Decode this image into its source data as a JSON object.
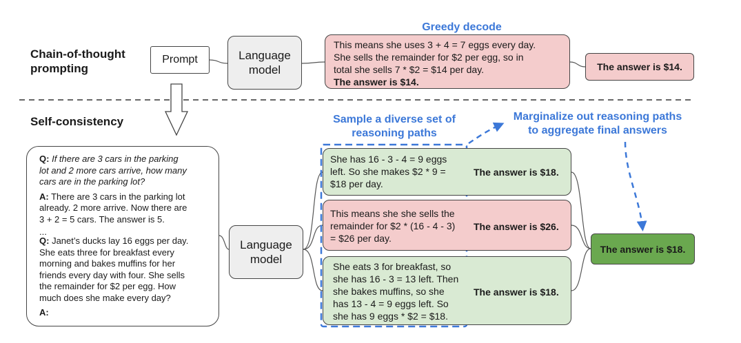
{
  "top": {
    "section_title_line1": "Chain-of-thought",
    "section_title_line2": "prompting",
    "prompt_label": "Prompt",
    "lm_line1": "Language",
    "lm_line2": "model",
    "greedy_label": "Greedy decode",
    "greedy_lines": [
      "This means she uses 3 + 4 = 7 eggs every day.",
      "She sells the remainder for $2 per egg, so in",
      "total she sells 7 * $2 = $14 per day."
    ],
    "greedy_answer": "The answer is $14.",
    "final_answer": "The answer is $14."
  },
  "bottom": {
    "section_title": "Self-consistency",
    "prompt": {
      "q1_label": "Q:",
      "q1_lines": [
        "If there are 3 cars in the parking",
        "lot and 2 more cars arrive, how many",
        "cars are in the parking lot?"
      ],
      "a1_label": "A:",
      "a1_lines": [
        "There are 3 cars in the parking lot",
        "already. 2 more arrive. Now there are",
        "3 + 2 = 5 cars. The answer is 5."
      ],
      "ellipsis": "...",
      "q2_label": "Q:",
      "q2_lines": [
        "Janet’s ducks lay 16 eggs per day.",
        "She eats three for breakfast every",
        "morning and bakes muffins for her",
        "friends every day with four. She sells",
        "the remainder for $2 per egg. How",
        "much does she make every day?"
      ],
      "a2_label": "A:"
    },
    "lm_line1": "Language",
    "lm_line2": "model",
    "sample_label_line1": "Sample a diverse set of",
    "sample_label_line2": "reasoning paths",
    "marginalize_line1": "Marginalize out reasoning paths",
    "marginalize_line2": "to aggregate final answers",
    "paths": [
      {
        "lines": [
          "She has 16 - 3 - 4 = 9 eggs",
          "left. So she makes $2 * 9 =",
          "$18 per day."
        ],
        "answer": "The answer is $18."
      },
      {
        "lines": [
          "This means she she sells the",
          "remainder for $2 * (16 - 4 - 3)",
          "= $26 per day."
        ],
        "answer": "The answer is $26."
      },
      {
        "lines": [
          "She eats 3 for breakfast, so",
          "she has 16 - 3 = 13 left. Then",
          "she bakes muffins, so she",
          "has 13 - 4 = 9 eggs left. So",
          "she has 9 eggs * $2 = $18."
        ],
        "answer": "The answer is $18."
      }
    ],
    "final_answer": "The answer is $18."
  },
  "colors": {
    "gray_box": "#eeeeee",
    "pink_box": "#f4cccc",
    "green_box": "#d9ead3",
    "final_green": "#6aa84f",
    "blue_accent": "#3c78d8"
  }
}
